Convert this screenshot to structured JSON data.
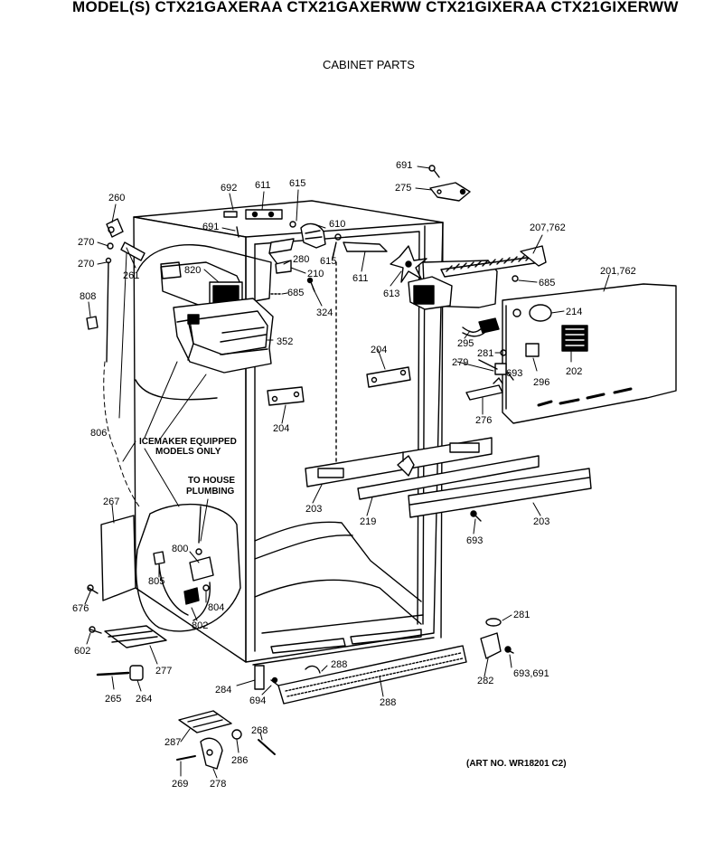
{
  "header": {
    "models": "MODEL(S) CTX21GAXERAA  CTX21GAXERWW  CTX21GIXERAA  CTX21GIXERWW",
    "section": "CABINET PARTS",
    "art_no": "(ART NO. WR18201 C2)"
  },
  "notes": {
    "icemaker_1": "ICEMAKER EQUIPPED",
    "icemaker_2": "MODELS ONLY",
    "plumbing_1": "TO HOUSE",
    "plumbing_2": "PLUMBING"
  },
  "parts": {
    "p691a": "691",
    "p275": "275",
    "p692": "692",
    "p611a": "611",
    "p615a": "615",
    "p260": "260",
    "p691b": "691",
    "p610": "610",
    "p207": "207,762",
    "p270a": "270",
    "p270b": "270",
    "p280": "280",
    "p615b": "615",
    "p261": "261",
    "p820": "820",
    "p210": "210",
    "p611b": "611",
    "p685a": "685",
    "p201": "201,762",
    "p808": "808",
    "p685b": "685",
    "p613": "613",
    "p324": "324",
    "p214": "214",
    "p352": "352",
    "p295": "295",
    "p204a": "204",
    "p281a": "281",
    "p279": "279",
    "p693a": "693",
    "p296": "296",
    "p202": "202",
    "p204b": "204",
    "p276": "276",
    "p806": "806",
    "p203a": "203",
    "p219": "219",
    "p203b": "203",
    "p267": "267",
    "p693b": "693",
    "p800": "800",
    "p805": "805",
    "p804": "804",
    "p676": "676",
    "p802": "802",
    "p281b": "281",
    "p602": "602",
    "p277": "277",
    "p288a": "288",
    "p282": "282",
    "p693c": "693,691",
    "p265": "265",
    "p264": "264",
    "p284": "284",
    "p694": "694",
    "p288b": "288",
    "p287": "287",
    "p268": "268",
    "p286": "286",
    "p269": "269",
    "p278": "278"
  }
}
